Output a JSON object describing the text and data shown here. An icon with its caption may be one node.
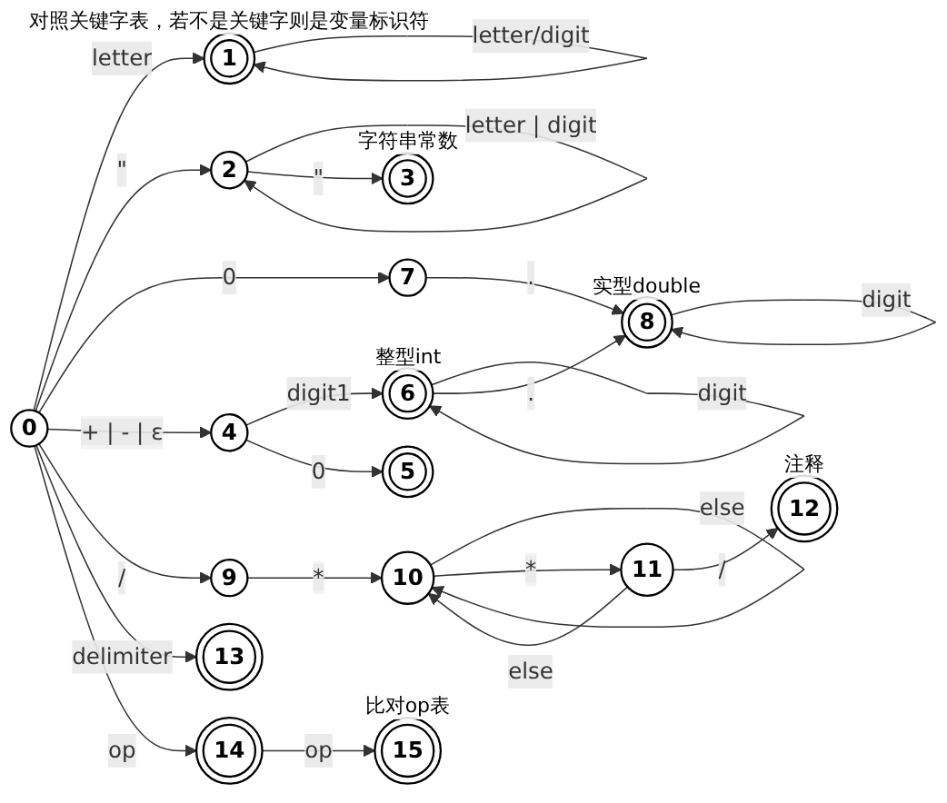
{
  "diagram": {
    "nodes": [
      {
        "text": [
          "0"
        ]
      },
      {
        "text": [
          "1"
        ],
        "beside": [
          "对照关键字表，若不是关键字则是变量标识符"
        ]
      },
      {
        "text": [
          "2"
        ]
      },
      {
        "text": [
          "3"
        ],
        "beside": [
          "字符串常数"
        ]
      },
      {
        "text": [
          "4"
        ]
      },
      {
        "text": [
          "5"
        ]
      },
      {
        "text": [
          "6"
        ],
        "beside": [
          "整型int"
        ]
      },
      {
        "text": [
          "7"
        ]
      },
      {
        "text": [
          "8"
        ],
        "beside": [
          "实型double"
        ]
      },
      {
        "text": [
          "9"
        ]
      },
      {
        "text": [
          "10"
        ]
      },
      {
        "text": [
          "11"
        ]
      },
      {
        "text": [
          "12"
        ],
        "beside": [
          "注释"
        ]
      },
      {
        "text": [
          "13"
        ]
      },
      {
        "text": [
          "14"
        ]
      },
      {
        "text": [
          "15"
        ],
        "beside": [
          "比对op表"
        ]
      }
    ],
    "edges": [
      {
        "from": 0,
        "to": 1,
        "arrow": "to",
        "label": "letter"
      },
      {
        "from": 1,
        "to": 1,
        "arrow": "to",
        "label": "letter/digit"
      },
      {
        "from": 0,
        "to": 2,
        "arrow": "to",
        "label": "\""
      },
      {
        "from": 2,
        "to": 2,
        "arrow": "to",
        "label": "letter | digit"
      },
      {
        "from": 2,
        "to": 3,
        "arrow": "to",
        "label": "\""
      },
      {
        "from": 0,
        "to": 7,
        "arrow": "to",
        "label": "0"
      },
      {
        "from": 7,
        "to": 8,
        "arrow": "to",
        "label": "."
      },
      {
        "from": 8,
        "to": 8,
        "arrow": "to",
        "label": "digit"
      },
      {
        "from": 0,
        "to": 4,
        "arrow": "to",
        "label": "+ | - | ε"
      },
      {
        "from": 4,
        "to": 6,
        "arrow": "to",
        "label": "digit1"
      },
      {
        "from": 4,
        "to": 5,
        "arrow": "to",
        "label": "0"
      },
      {
        "from": 6,
        "to": 6,
        "arrow": "to",
        "label": "digit"
      },
      {
        "from": 6,
        "to": 8,
        "arrow": "to",
        "label": "."
      },
      {
        "from": 0,
        "to": 9,
        "arrow": "to",
        "label": "/"
      },
      {
        "from": 9,
        "to": 10,
        "arrow": "to",
        "label": "*"
      },
      {
        "from": 10,
        "to": 10,
        "arrow": "to",
        "label": "else"
      },
      {
        "from": 10,
        "to": 11,
        "arrow": "to",
        "label": "*"
      },
      {
        "from": 11,
        "to": 10,
        "arrow": "to",
        "label": "else"
      },
      {
        "from": 11,
        "to": 12,
        "arrow": "to",
        "label": "/"
      },
      {
        "from": 0,
        "to": 13,
        "arrow": "to",
        "label": "delimiter"
      },
      {
        "from": 0,
        "to": 14,
        "arrow": "to",
        "label": "op"
      },
      {
        "from": 14,
        "to": 15,
        "arrow": "to",
        "label": "op"
      }
    ]
  }
}
